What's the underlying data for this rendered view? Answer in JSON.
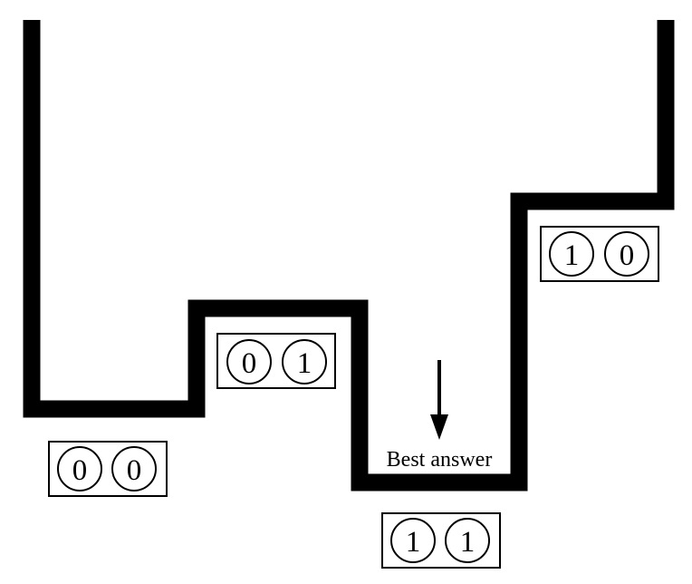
{
  "diagram": {
    "line_color": "#000000",
    "background_color": "#ffffff",
    "states": [
      {
        "id": "state-00",
        "bits": [
          "0",
          "0"
        ]
      },
      {
        "id": "state-01",
        "bits": [
          "0",
          "1"
        ]
      },
      {
        "id": "state-11",
        "bits": [
          "1",
          "1"
        ]
      },
      {
        "id": "state-10",
        "bits": [
          "1",
          "0"
        ]
      }
    ],
    "annotation": {
      "label": "Best answer",
      "icon": "down-arrow-icon"
    }
  }
}
